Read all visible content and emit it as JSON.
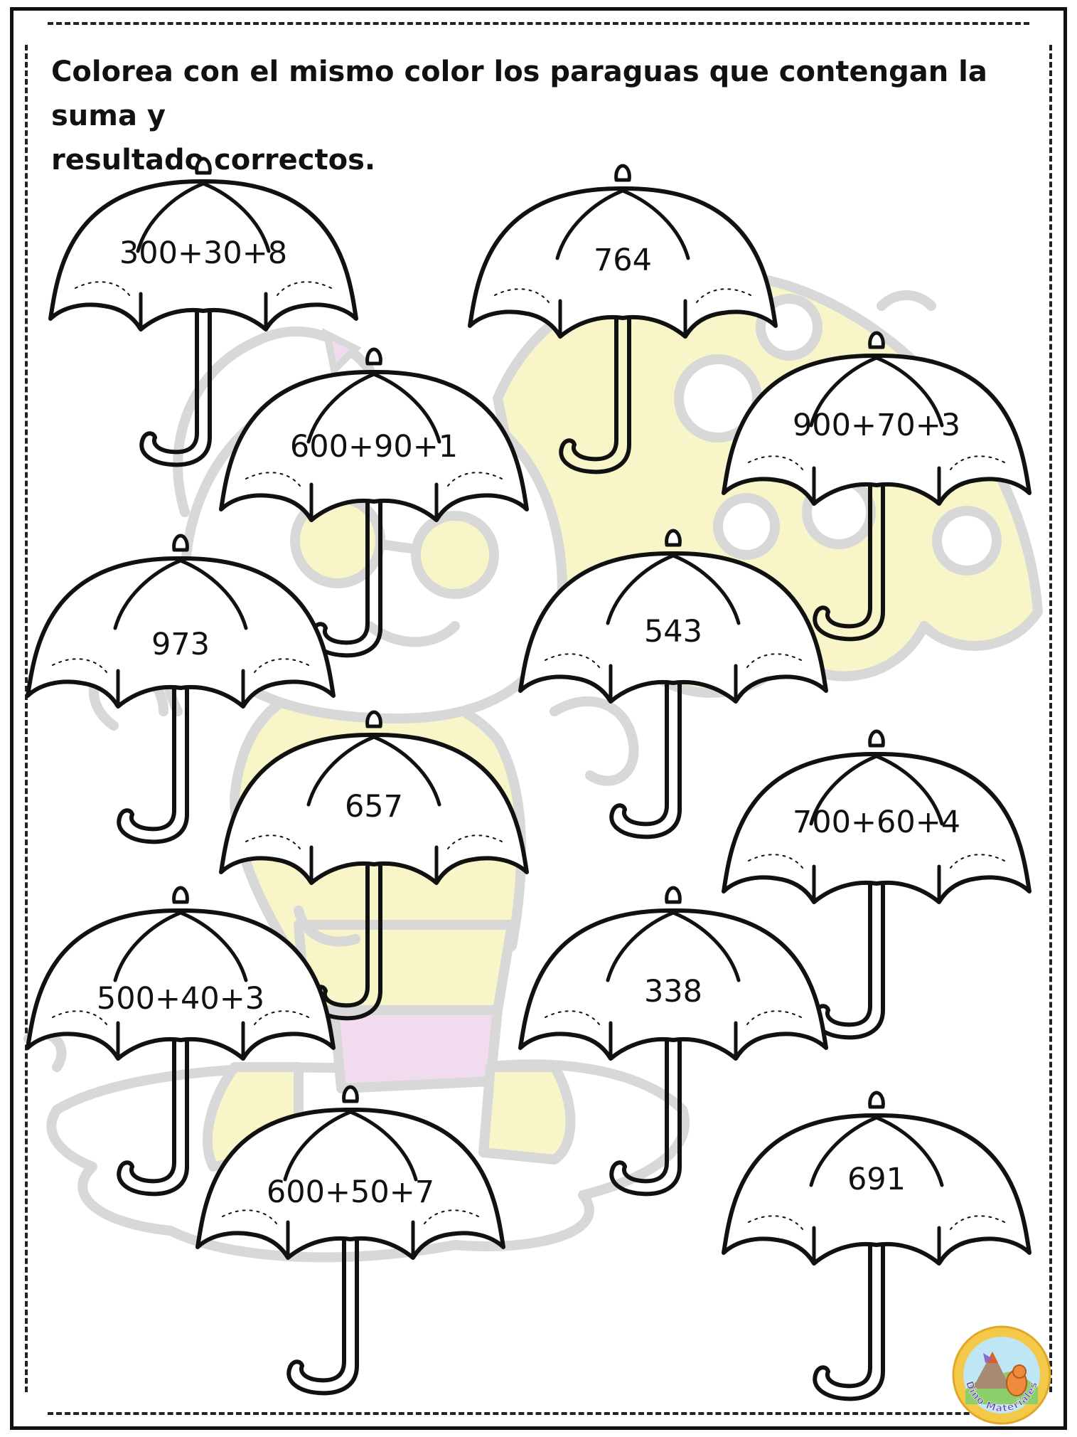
{
  "instructions": {
    "line1": "Colorea con el mismo color los paraguas que contengan la suma y",
    "line2": "resultado correctos."
  },
  "umbrellas": [
    {
      "label": "300+30+8"
    },
    {
      "label": "764"
    },
    {
      "label": "600+90+1"
    },
    {
      "label": "900+70+3"
    },
    {
      "label": "973"
    },
    {
      "label": "543"
    },
    {
      "label": "657"
    },
    {
      "label": "700+60+4"
    },
    {
      "label": "500+40+3"
    },
    {
      "label": "338"
    },
    {
      "label": "600+50+7"
    },
    {
      "label": "691"
    }
  ],
  "logo": {
    "text": "Dino Materiales"
  },
  "colors": {
    "outline": "#111111",
    "watermark_gray": "#d9d9d9",
    "watermark_yellow": "#f8f6c8",
    "watermark_pink": "#f1dcef"
  }
}
